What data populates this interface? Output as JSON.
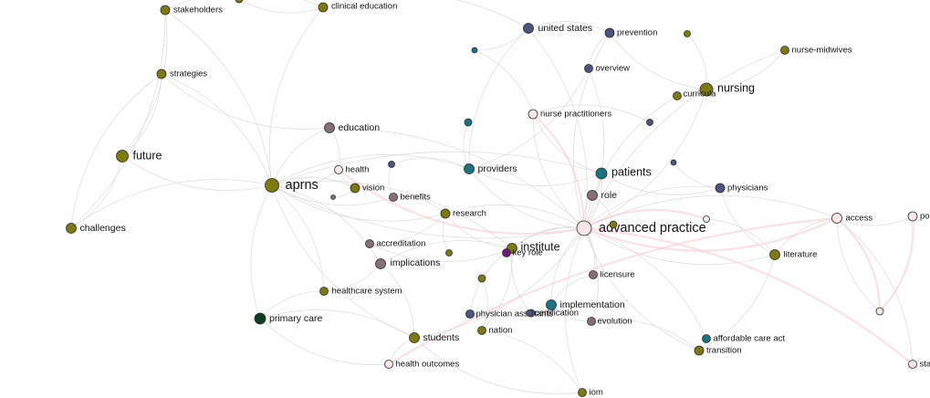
{
  "colors": {
    "olive": "#7d7a12",
    "slate": "#4a5580",
    "teal": "#1a7580",
    "mauve": "#857078",
    "pink": "#fbe6ea",
    "purple": "#6d1a78",
    "darkgreen": "#0f3d1f",
    "edge": "#d9d9d9",
    "edge_highlight": "#f8c8d2"
  },
  "nodes": [
    {
      "id": "stakeholders",
      "label": "stakeholders",
      "color": "olive"
    },
    {
      "id": "clinical-education",
      "label": "clinical education",
      "color": "olive"
    },
    {
      "id": "strategies",
      "label": "strategies",
      "color": "olive"
    },
    {
      "id": "future",
      "label": "future",
      "color": "olive"
    },
    {
      "id": "challenges",
      "label": "challenges",
      "color": "olive"
    },
    {
      "id": "aprns",
      "label": "aprns",
      "color": "olive"
    },
    {
      "id": "education",
      "label": "education",
      "color": "mauve"
    },
    {
      "id": "health",
      "label": "health",
      "color": "pink"
    },
    {
      "id": "vision",
      "label": "vision",
      "color": "olive"
    },
    {
      "id": "benefits",
      "label": "benefits",
      "color": "mauve"
    },
    {
      "id": "accreditation",
      "label": "accreditation",
      "color": "mauve"
    },
    {
      "id": "implications",
      "label": "implications",
      "color": "mauve"
    },
    {
      "id": "healthcare-system",
      "label": "healthcare system",
      "color": "olive"
    },
    {
      "id": "primary-care",
      "label": "primary care",
      "color": "darkgreen"
    },
    {
      "id": "students",
      "label": "students",
      "color": "olive"
    },
    {
      "id": "health-outcomes",
      "label": "health outcomes",
      "color": "pink"
    },
    {
      "id": "united-states",
      "label": "united states",
      "color": "slate"
    },
    {
      "id": "prevention",
      "label": "prevention",
      "color": "slate"
    },
    {
      "id": "overview",
      "label": "overview",
      "color": "slate"
    },
    {
      "id": "nurse-practitioners",
      "label": "nurse practitioners",
      "color": "pink"
    },
    {
      "id": "providers",
      "label": "providers",
      "color": "teal"
    },
    {
      "id": "research",
      "label": "research",
      "color": "olive"
    },
    {
      "id": "institute",
      "label": "institute",
      "color": "olive"
    },
    {
      "id": "key-role",
      "label": "key role",
      "color": "purple"
    },
    {
      "id": "physician-assistants",
      "label": "physician assistants",
      "color": "slate"
    },
    {
      "id": "certification",
      "label": "certification",
      "color": "slate"
    },
    {
      "id": "nation",
      "label": "nation",
      "color": "olive"
    },
    {
      "id": "implementation",
      "label": "implementation",
      "color": "teal"
    },
    {
      "id": "evolution",
      "label": "evolution",
      "color": "mauve"
    },
    {
      "id": "licensure",
      "label": "licensure",
      "color": "mauve"
    },
    {
      "id": "advanced-practice",
      "label": "advanced practice",
      "color": "pink"
    },
    {
      "id": "patients",
      "label": "patients",
      "color": "teal"
    },
    {
      "id": "role",
      "label": "role",
      "color": "mauve"
    },
    {
      "id": "nursing",
      "label": "nursing",
      "color": "olive"
    },
    {
      "id": "curricula",
      "label": "curricula",
      "color": "olive"
    },
    {
      "id": "nurse-midwives",
      "label": "nurse-midwives",
      "color": "olive"
    },
    {
      "id": "physicians",
      "label": "physicians",
      "color": "slate"
    },
    {
      "id": "literature",
      "label": "literature",
      "color": "olive"
    },
    {
      "id": "access",
      "label": "access",
      "color": "pink"
    },
    {
      "id": "affordable-care-act",
      "label": "affordable care act",
      "color": "teal"
    },
    {
      "id": "transition",
      "label": "transition",
      "color": "olive"
    },
    {
      "id": "iom",
      "label": "iom",
      "color": "olive"
    },
    {
      "id": "po-cut",
      "label": "po",
      "color": "pink"
    },
    {
      "id": "sta-cut",
      "label": "sta",
      "color": "pink"
    },
    {
      "id": "unlabeled-1",
      "label": "",
      "color": "teal"
    },
    {
      "id": "unlabeled-2",
      "label": "",
      "color": "teal"
    },
    {
      "id": "unlabeled-3",
      "label": "",
      "color": "slate"
    },
    {
      "id": "unlabeled-4",
      "label": "",
      "color": "slate"
    },
    {
      "id": "unlabeled-5",
      "label": "",
      "color": "olive"
    },
    {
      "id": "unlabeled-6",
      "label": "",
      "color": "olive"
    },
    {
      "id": "unlabeled-7",
      "label": "",
      "color": "olive"
    },
    {
      "id": "unlabeled-8",
      "label": "",
      "color": "slate"
    },
    {
      "id": "unlabeled-9",
      "label": "",
      "color": "slate"
    },
    {
      "id": "unlabeled-10",
      "label": "",
      "color": "pink"
    },
    {
      "id": "unlabeled-11",
      "label": "",
      "color": "pink"
    },
    {
      "id": "unlabeled-12",
      "label": "",
      "color": "mauve"
    },
    {
      "id": "unlabeled-13",
      "label": "",
      "color": "olive"
    },
    {
      "id": "unlabeled-14",
      "label": "",
      "color": "olive"
    }
  ]
}
